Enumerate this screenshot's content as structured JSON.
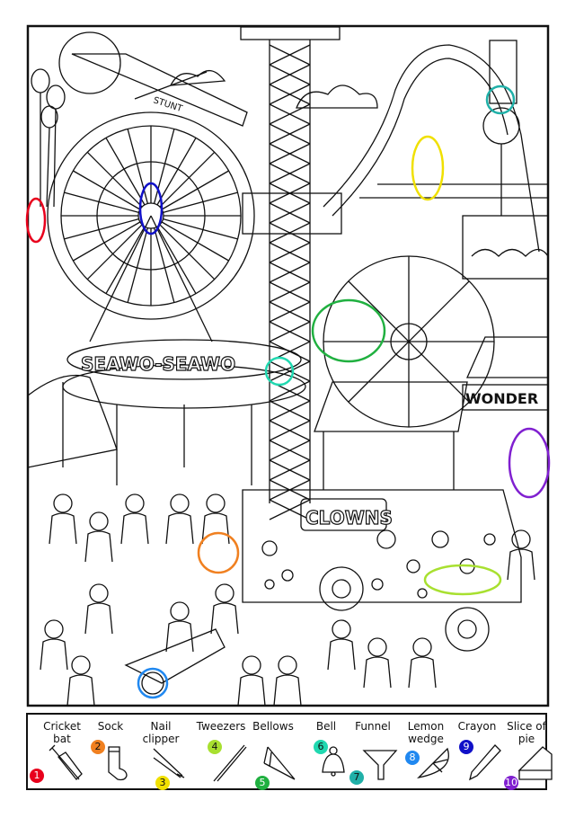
{
  "scene": {
    "signs": {
      "seaworld": "SEAWO-SEAWO",
      "wonder": "WONDER",
      "van": "CLOWNS",
      "plane": "STUNT"
    },
    "markers": [
      {
        "n": 1,
        "color": "#e8001c"
      },
      {
        "n": 2,
        "color": "#f08020"
      },
      {
        "n": 3,
        "color": "#f0e000"
      },
      {
        "n": 4,
        "color": "#a8e030"
      },
      {
        "n": 5,
        "color": "#20b040"
      },
      {
        "n": 6,
        "color": "#20d8b0"
      },
      {
        "n": 7,
        "color": "#20b0a8"
      },
      {
        "n": 8,
        "color": "#2088f0"
      },
      {
        "n": 9,
        "color": "#1010c8"
      },
      {
        "n": 10,
        "color": "#8020d0"
      }
    ]
  },
  "legend": {
    "items": [
      {
        "num": "1",
        "label": "Cricket bat",
        "color": "#e8001c",
        "icon": "cricket-bat-icon"
      },
      {
        "num": "2",
        "label": "Sock",
        "color": "#f08020",
        "icon": "sock-icon"
      },
      {
        "num": "3",
        "label": "Nail clipper",
        "color": "#f0e000",
        "icon": "nail-clipper-icon"
      },
      {
        "num": "4",
        "label": "Tweezers",
        "color": "#a8e030",
        "icon": "tweezers-icon"
      },
      {
        "num": "5",
        "label": "Bellows",
        "color": "#20b040",
        "icon": "bellows-icon"
      },
      {
        "num": "6",
        "label": "Bell",
        "color": "#20d8b0",
        "icon": "bell-icon"
      },
      {
        "num": "7",
        "label": "Funnel",
        "color": "#20b0a8",
        "icon": "funnel-icon"
      },
      {
        "num": "8",
        "label": "Lemon wedge",
        "color": "#2088f0",
        "icon": "lemon-wedge-icon"
      },
      {
        "num": "9",
        "label": "Crayon",
        "color": "#1010c8",
        "icon": "crayon-icon"
      },
      {
        "num": "10",
        "label": "Slice of pie",
        "color": "#8020d0",
        "icon": "pie-slice-icon"
      }
    ]
  }
}
